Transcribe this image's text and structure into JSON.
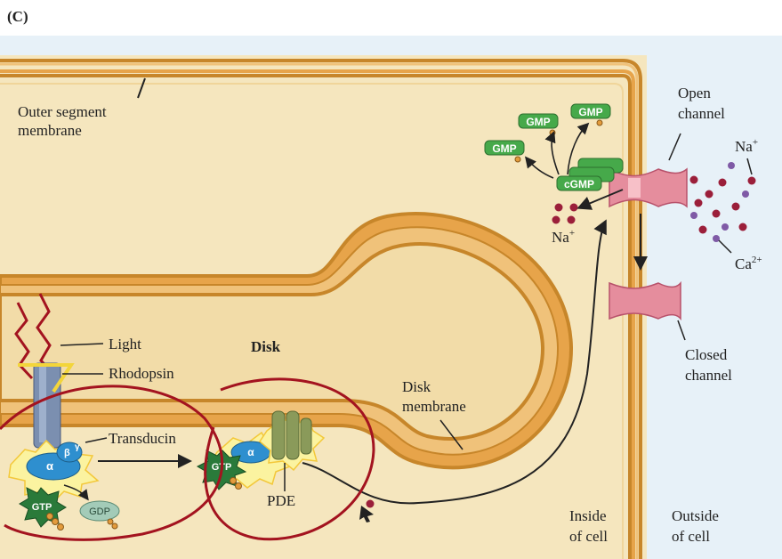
{
  "panel_label": "(C)",
  "labels": {
    "outer_membrane_line1": "Outer segment",
    "outer_membrane_line2": "membrane",
    "light": "Light",
    "rhodopsin": "Rhodopsin",
    "transducin": "Transducin",
    "disk": "Disk",
    "disk_membrane_line1": "Disk",
    "disk_membrane_line2": "membrane",
    "pde": "PDE",
    "open_channel_line1": "Open",
    "open_channel_line2": "channel",
    "closed_channel_line1": "Closed",
    "closed_channel_line2": "channel",
    "na_outside": "Na",
    "na_inside": "Na",
    "plus": "+",
    "ca": "Ca",
    "ca_charge": "2+",
    "inside_line1": "Inside",
    "inside_line2": "of cell",
    "outside_line1": "Outside",
    "outside_line2": "of cell"
  },
  "molecules": {
    "gmp": "GMP",
    "cgmp": "cGMP",
    "gtp": "GTP",
    "gdp": "GDP",
    "alpha": "α",
    "beta": "β",
    "gamma": "γ"
  },
  "colors": {
    "cytoplasm": "#f5e6be",
    "outside_bg": "#e7f1f8",
    "membrane": "#d9952b",
    "channel": "#e58d9d",
    "transducin": "#2e8fcf",
    "gtp_star": "#2a7a3a",
    "gmp_chip": "#46a94a",
    "ion": "#9b1f3a",
    "annotation_circle": "#a3131f"
  }
}
